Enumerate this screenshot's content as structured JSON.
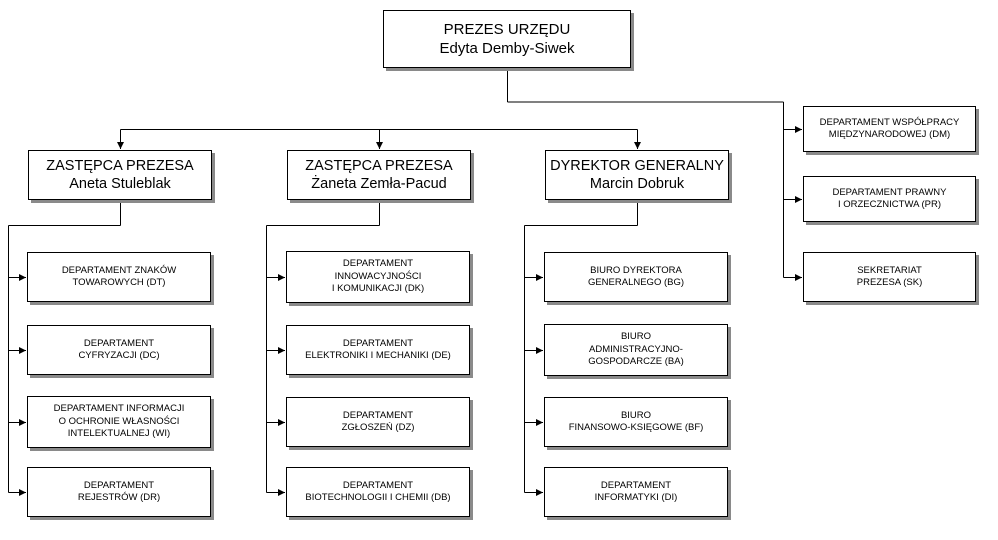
{
  "top": {
    "title": "PREZES URZĘDU",
    "name": "Edyta Demby-Siwek"
  },
  "heads": [
    {
      "title": "ZASTĘPCA PREZESA",
      "name": "Aneta Stuleblak"
    },
    {
      "title": "ZASTĘPCA PREZESA",
      "name": "Żaneta Zemła-Pacud"
    },
    {
      "title": "DYREKTOR GENERALNY",
      "name": "Marcin Dobruk"
    }
  ],
  "columns": [
    [
      [
        "DEPARTAMENT ZNAKÓW",
        "TOWAROWYCH (DT)"
      ],
      [
        "DEPARTAMENT",
        "CYFRYZACJI (DC)"
      ],
      [
        "DEPARTAMENT INFORMACJI",
        "O OCHRONIE WŁASNOŚCI",
        "INTELEKTUALNEJ (WI)"
      ],
      [
        "DEPARTAMENT",
        "REJESTRÓW (DR)"
      ]
    ],
    [
      [
        "DEPARTAMENT",
        "INNOWACYJNOŚCI",
        "I KOMUNIKACJI (DK)"
      ],
      [
        "DEPARTAMENT",
        "ELEKTRONIKI I MECHANIKI (DE)"
      ],
      [
        "DEPARTAMENT",
        "ZGŁOSZEŃ (DZ)"
      ],
      [
        "DEPARTAMENT",
        "BIOTECHNOLOGII I CHEMII (DB)"
      ]
    ],
    [
      [
        "BIURO DYREKTORA",
        "GENERALNEGO (BG)"
      ],
      [
        "BIURO",
        "ADMINISTRACYJNO-",
        "GOSPODARCZE (BA)"
      ],
      [
        "BIURO",
        "FINANSOWO-KSIĘGOWE (BF)"
      ],
      [
        "DEPARTAMENT",
        "INFORMATYKI (DI)"
      ]
    ]
  ],
  "right": [
    [
      "DEPARTAMENT WSPÓŁPRACY",
      "MIĘDZYNARODOWEJ (DM)"
    ],
    [
      "DEPARTAMENT PRAWNY",
      "I ORZECZNICTWA (PR)"
    ],
    [
      "SEKRETARIAT",
      "PREZESA (SK)"
    ]
  ]
}
